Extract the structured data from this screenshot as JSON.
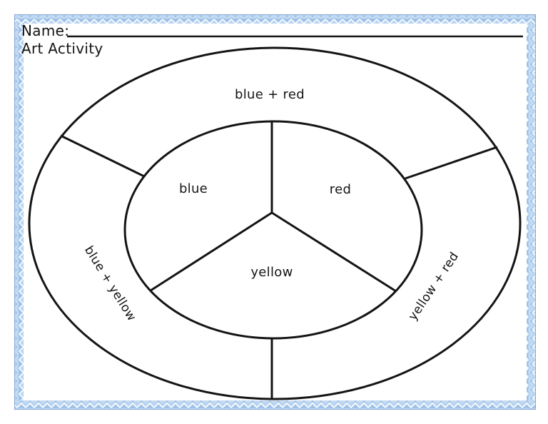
{
  "header": {
    "name_label": "Name:",
    "title": "Art Activity"
  },
  "wheel": {
    "outer_ring_sections": [
      {
        "position": "top",
        "label": "blue + red"
      },
      {
        "position": "bottom-left",
        "label": "blue + yellow"
      },
      {
        "position": "bottom-right",
        "label": "yellow + red"
      }
    ],
    "inner_circle_sections": [
      {
        "position": "left",
        "label": "blue"
      },
      {
        "position": "right",
        "label": "red"
      },
      {
        "position": "bottom",
        "label": "yellow"
      }
    ]
  },
  "style": {
    "line_color": "#141414",
    "page_background": "#ffffff",
    "border_base_blue": "#b9d4f0",
    "border_chevron_blue": "#9fc2e9",
    "border_dot_blue": "#86acdc",
    "border_edge_blue": "#8aa6d6",
    "border_zigzag_white": "#ffffff"
  }
}
